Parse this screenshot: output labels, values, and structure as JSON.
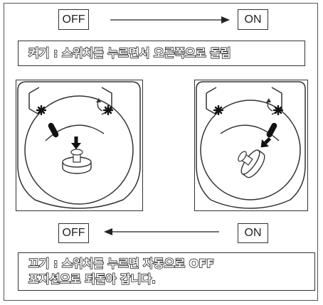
{
  "switch_on": {
    "from_label": "OFF",
    "to_label": "ON",
    "instruction": "켜기 : 스위치를 누르면서 오른쪽으로 돌림"
  },
  "switch_off": {
    "to_label": "OFF",
    "from_label": "ON",
    "instruction_line1": "끄기 : 스위치를 누르면 자동으로 OFF",
    "instruction_line2": "포지션으로 되돌아 갑니다."
  },
  "icons": [
    "snowflake-icon",
    "rotate-arrow-icon",
    "push-arrow-icon"
  ]
}
